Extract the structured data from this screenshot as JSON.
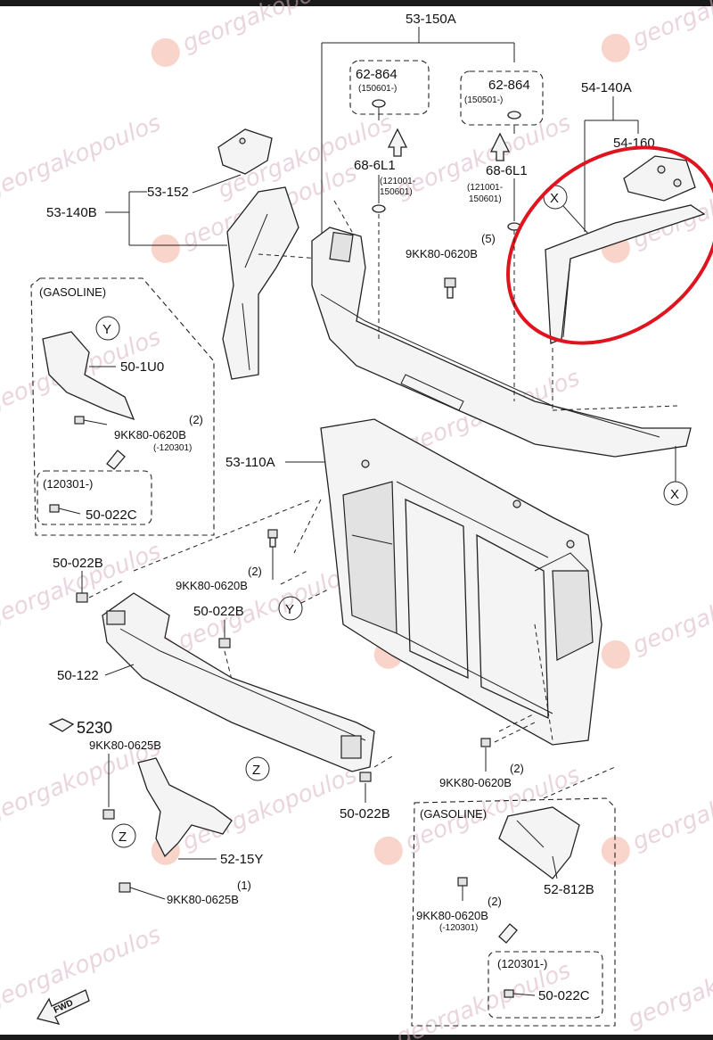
{
  "diagram": {
    "labels": {
      "p53_150A": "53-150A",
      "p62_864_left": "62-864",
      "p62_864_left_code": "(150601-)",
      "p62_864_right": "62-864",
      "p62_864_right_code": "(150501-)",
      "p68_6L1_left": "68-6L1",
      "p68_6L1_left_code1": "(121001-",
      "p68_6L1_left_code2": "150601)",
      "p68_6L1_right": "68-6L1",
      "p68_6L1_right_code1": "(121001-",
      "p68_6L1_right_code2": "150601)",
      "p54_140A": "54-140A",
      "p54_160": "54-160",
      "p53_152": "53-152",
      "p53_140B": "53-140B",
      "bolt_top_qty": "(5)",
      "bolt_top": "9KK80-0620B",
      "gasoline_left": "(GASOLINE)",
      "p50_1U0": "50-1U0",
      "bolt_left_qty": "(2)",
      "bolt_left": "9KK80-0620B",
      "bolt_left_code": "(-120301)",
      "box_left_code": "(120301-)",
      "p50_022C_left": "50-022C",
      "p53_110A": "53-110A",
      "p50_022B_a": "50-022B",
      "bolt_mid_qty": "(2)",
      "bolt_mid": "9KK80-0620B",
      "p50_022B_b": "50-022B",
      "p50_122": "50-122",
      "p5230": "5230",
      "bolt_0625_top": "9KK80-0625B",
      "p52_15Y": "52-15Y",
      "bolt_0625_qty": "(1)",
      "bolt_0625_bottom": "9KK80-0625B",
      "bolt_right_qty": "(2)",
      "bolt_right": "9KK80-0620B",
      "p50_022B_c": "50-022B",
      "gasoline_right": "(GASOLINE)",
      "p52_812B": "52-812B",
      "bolt_right2_qty": "(2)",
      "bolt_right2": "9KK80-0620B",
      "bolt_right2_code": "(-120301)",
      "box_right_code": "(120301-)",
      "p50_022C_right": "50-022C",
      "fwd": "FWD",
      "callout_X": "X",
      "callout_Y": "Y",
      "callout_Z": "Z"
    },
    "watermark_text": "georgakopoulos",
    "highlight_color": "#e0141e"
  }
}
